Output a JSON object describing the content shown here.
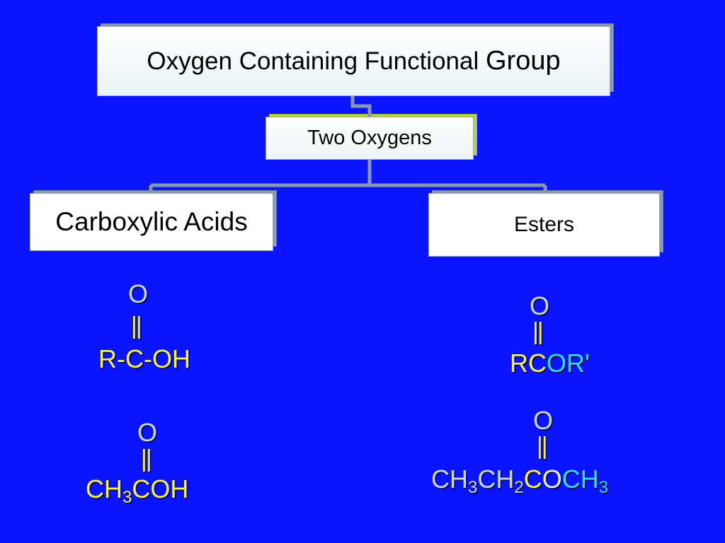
{
  "diagram": {
    "title_main": "Oxygen Containing Functional ",
    "title_last": "Group",
    "level2": "Two Oxygens",
    "left_branch": "Carboxylic Acids",
    "right_branch": "Esters"
  },
  "acids": {
    "general": {
      "o": "O",
      "bond": "||",
      "formula": "R-C-OH"
    },
    "example": {
      "o": "O",
      "bond": "||",
      "p1": "CH",
      "s1": "3",
      "p2": "COH"
    }
  },
  "esters": {
    "general": {
      "o": "O",
      "bond": "||",
      "rc": "RC",
      "or": "OR'"
    },
    "example": {
      "o": "O",
      "bond": "||",
      "p1": "CH",
      "s1": "3",
      "p2": "CH",
      "s2": "2",
      "p3": "C",
      "p4": "O",
      "p5": "CH",
      "s3": "3"
    }
  },
  "colors": {
    "background": "#0a14ff",
    "formula_yellow": "#f4f05a",
    "formula_white": "#e9ecf6",
    "formula_cyan": "#37d7f5",
    "connector": "#8a97b0"
  }
}
